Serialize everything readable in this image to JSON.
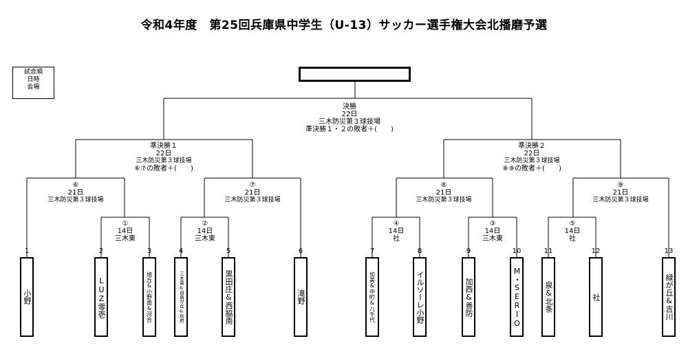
{
  "title": "令和4年度　第25回兵庫県中学生（U-13）サッカー選手権大会北播磨予選",
  "legend": [
    "試合順",
    "日時",
    "会場"
  ],
  "final": {
    "name": "決勝",
    "date": "22日",
    "venue": "三木防災第３球技場",
    "third": "準決勝１・２の敗者＋(　　)"
  },
  "semi1": {
    "name": "準決勝１",
    "date": "22日",
    "venue": "三木防災第３球技場",
    "note": "⑥⑦の敗者＋(　　)"
  },
  "semi2": {
    "name": "準決勝２",
    "date": "22日",
    "venue": "三木防災第３球技場",
    "note": "⑧⑨の敗者＋(　　)"
  },
  "matches": {
    "m6": {
      "no": "⑥",
      "date": "21日",
      "venue": "三木防災第３球技場"
    },
    "m7": {
      "no": "⑦",
      "date": "21日",
      "venue": "三木防災第３球技場"
    },
    "m8": {
      "no": "⑧",
      "date": "21日",
      "venue": "三木防災第３球技場"
    },
    "m9": {
      "no": "⑨",
      "date": "21日",
      "venue": "三木防災第３球技場"
    },
    "m1": {
      "no": "①",
      "date": "14日",
      "venue": "三木東"
    },
    "m2": {
      "no": "②",
      "date": "14日",
      "venue": "三木東"
    },
    "m3": {
      "no": "③",
      "date": "14日",
      "venue": "三木東"
    },
    "m4": {
      "no": "④",
      "date": "14日",
      "venue": "社"
    },
    "m5": {
      "no": "⑤",
      "date": "14日",
      "venue": "社"
    }
  },
  "teams": [
    {
      "seed": "1",
      "name": "小野"
    },
    {
      "seed": "2",
      "name": "LUZ零壱"
    },
    {
      "seed": "3",
      "name": "旭丘&小野南&河合"
    },
    {
      "seed": "4",
      "name": "三木東&自由が丘&別府"
    },
    {
      "seed": "5",
      "name": "黒田庄&西脇南"
    },
    {
      "seed": "6",
      "name": "滝野"
    },
    {
      "seed": "7",
      "name": "加美&中町&八千代"
    },
    {
      "seed": "8",
      "name": "イルソーレ小野"
    },
    {
      "seed": "9",
      "name": "加西&善防"
    },
    {
      "seed": "10",
      "name": "M・SERIO"
    },
    {
      "seed": "11",
      "name": "泉&北条"
    },
    {
      "seed": "12",
      "name": "社"
    },
    {
      "seed": "13",
      "name": "緑が丘&吉川"
    }
  ]
}
